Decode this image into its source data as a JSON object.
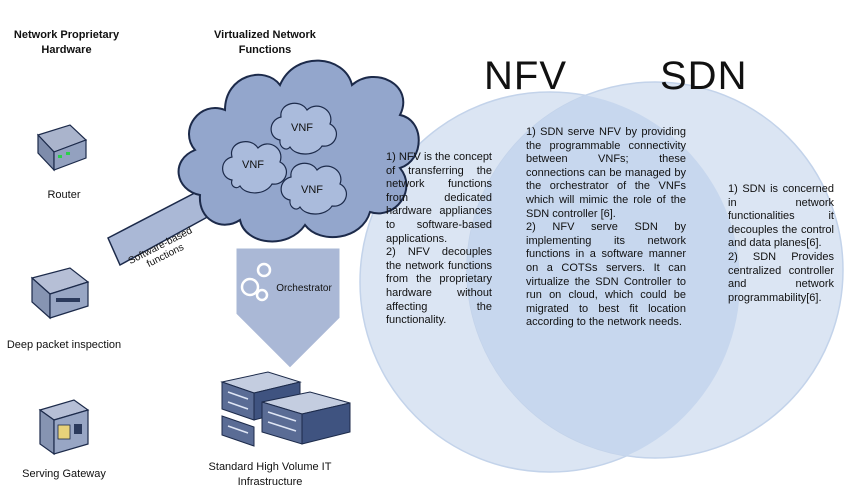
{
  "left": {
    "header_hardware": "Network Proprietary Hardware",
    "header_vnf": "Virtualized Network Functions",
    "devices": [
      {
        "label": "Router",
        "icon": "router-icon"
      },
      {
        "label": "Deep packet inspection",
        "icon": "dpi-appliance-icon"
      },
      {
        "label": "Serving Gateway",
        "icon": "gateway-appliance-icon"
      }
    ],
    "vnf_labels": [
      "VNF",
      "VNF",
      "VNF"
    ],
    "arrow_label": "Software-based functions",
    "orchestrator": "Orchestrator",
    "infrastructure": "Standard High Volume IT Infrastructure"
  },
  "venn": {
    "nfv_title": "NFV",
    "sdn_title": "SDN",
    "nfv_text_1": "1) NFV is the concept of transferring the network functions from dedicated hardware appliances to software-based applications.",
    "nfv_text_2": "2) NFV decouples the network functions from the proprietary hardware without affecting the functionality.",
    "overlap_text_1": "1) SDN serve NFV by providing the programmable connectivity between VNFs; these connections can be managed by the orchestrator of the VNFs which will mimic the role of the SDN controller [6].",
    "overlap_text_2": "2) NFV serve SDN by implementing its network functions in a software manner on a COTSs servers. It can virtualize the SDN Controller to run on cloud, which could be migrated to best fit location according to the network needs.",
    "sdn_text_1": "1) SDN is concerned in network functionalities it decouples the control and data planes[6].",
    "sdn_text_2": "2) SDN Provides centralized controller and network programmability[6]."
  },
  "colors": {
    "circle_fill": "#dbe5f3",
    "circle_stroke": "#c3d3ea",
    "overlap_fill": "#c7d7ee",
    "cloud_fill": "#93a6cc",
    "cloud_stroke": "#1c2a4a",
    "arrow_fill": "#aab8d6"
  }
}
